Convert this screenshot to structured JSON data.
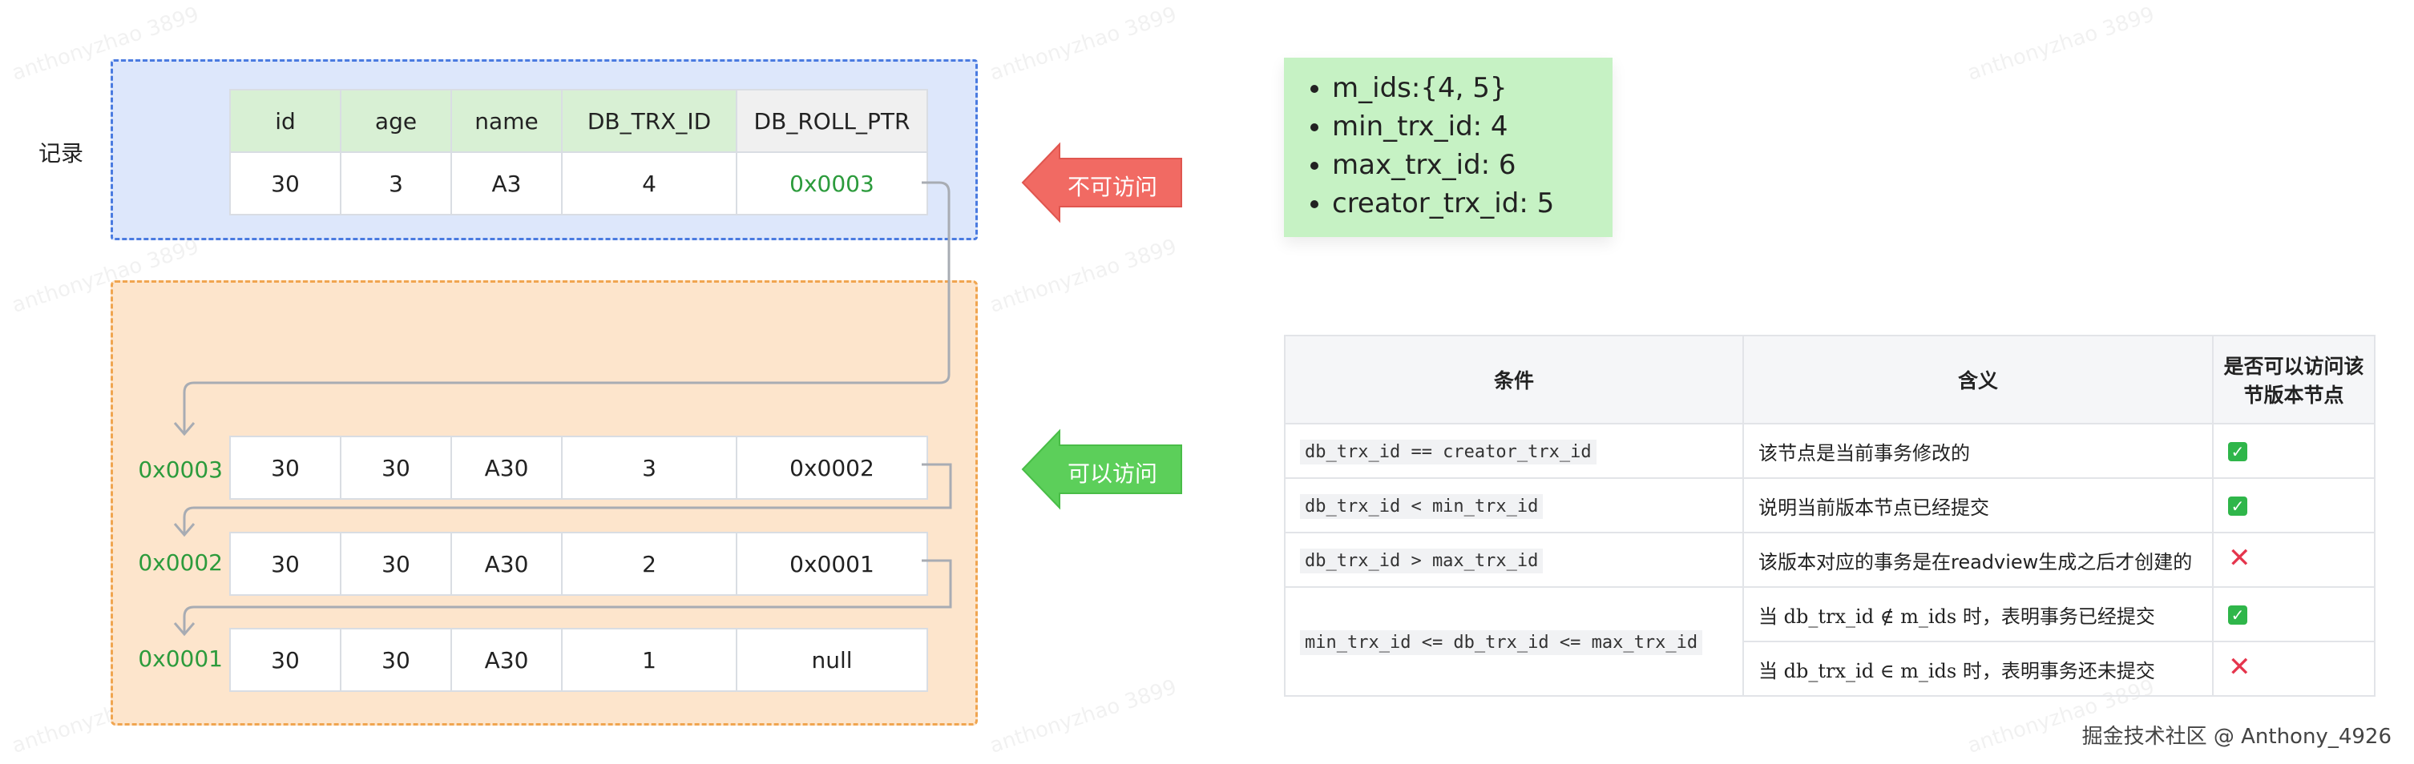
{
  "record_label": "记录",
  "record_table": {
    "headers": [
      "id",
      "age",
      "name",
      "DB_TRX_ID",
      "DB_ROLL_PTR"
    ],
    "row": [
      "30",
      "3",
      "A3",
      "4",
      "0x0003"
    ]
  },
  "versions": [
    {
      "address": "0x0003",
      "cells": [
        "30",
        "30",
        "A30",
        "3",
        "0x0002"
      ]
    },
    {
      "address": "0x0002",
      "cells": [
        "30",
        "30",
        "A30",
        "2",
        "0x0001"
      ]
    },
    {
      "address": "0x0001",
      "cells": [
        "30",
        "30",
        "A30",
        "1",
        "null"
      ]
    }
  ],
  "arrow_no_access": "不可访问",
  "arrow_access": "可以访问",
  "readview": {
    "items": [
      "m_ids:{4, 5}",
      "min_trx_id: 4",
      "max_trx_id: 6",
      "creator_trx_id: 5"
    ]
  },
  "conditions": {
    "headers": {
      "condition": "条件",
      "meaning": "含义",
      "access_line1": "是否可以访问该",
      "access_line2": "节版本节点"
    },
    "rows": [
      {
        "condition": "db_trx_id == creator_trx_id",
        "meaning": "该节点是当前事务修改的",
        "access": "check-icon"
      },
      {
        "condition": "db_trx_id < min_trx_id",
        "meaning": "说明当前版本节点已经提交",
        "access": "check-icon"
      },
      {
        "condition": "db_trx_id > max_trx_id",
        "meaning": "该版本对应的事务是在readview生成之后才创建的",
        "access": "cross-icon"
      }
    ],
    "merged_row": {
      "condition": "min_trx_id <= db_trx_id <= max_trx_id",
      "sub": [
        {
          "prefix": "当",
          "math": "db_trx_id ∉ m_ids",
          "suffix": "时，表明事务已经提交",
          "access": "check-icon"
        },
        {
          "prefix": "当",
          "math": "db_trx_id ∈ m_ids",
          "suffix": "时，表明事务还未提交",
          "access": "cross-icon"
        }
      ]
    }
  },
  "footer": "掘金技术社区 @ Anthony_4926",
  "watermark": "anthonyzhao 3899",
  "colors": {
    "blue_group": "#dde7fb",
    "orange_group": "#fde5cc",
    "green_text": "#2c9b3c",
    "red_arrow": "#f16a63",
    "green_arrow": "#5ccf5a"
  }
}
